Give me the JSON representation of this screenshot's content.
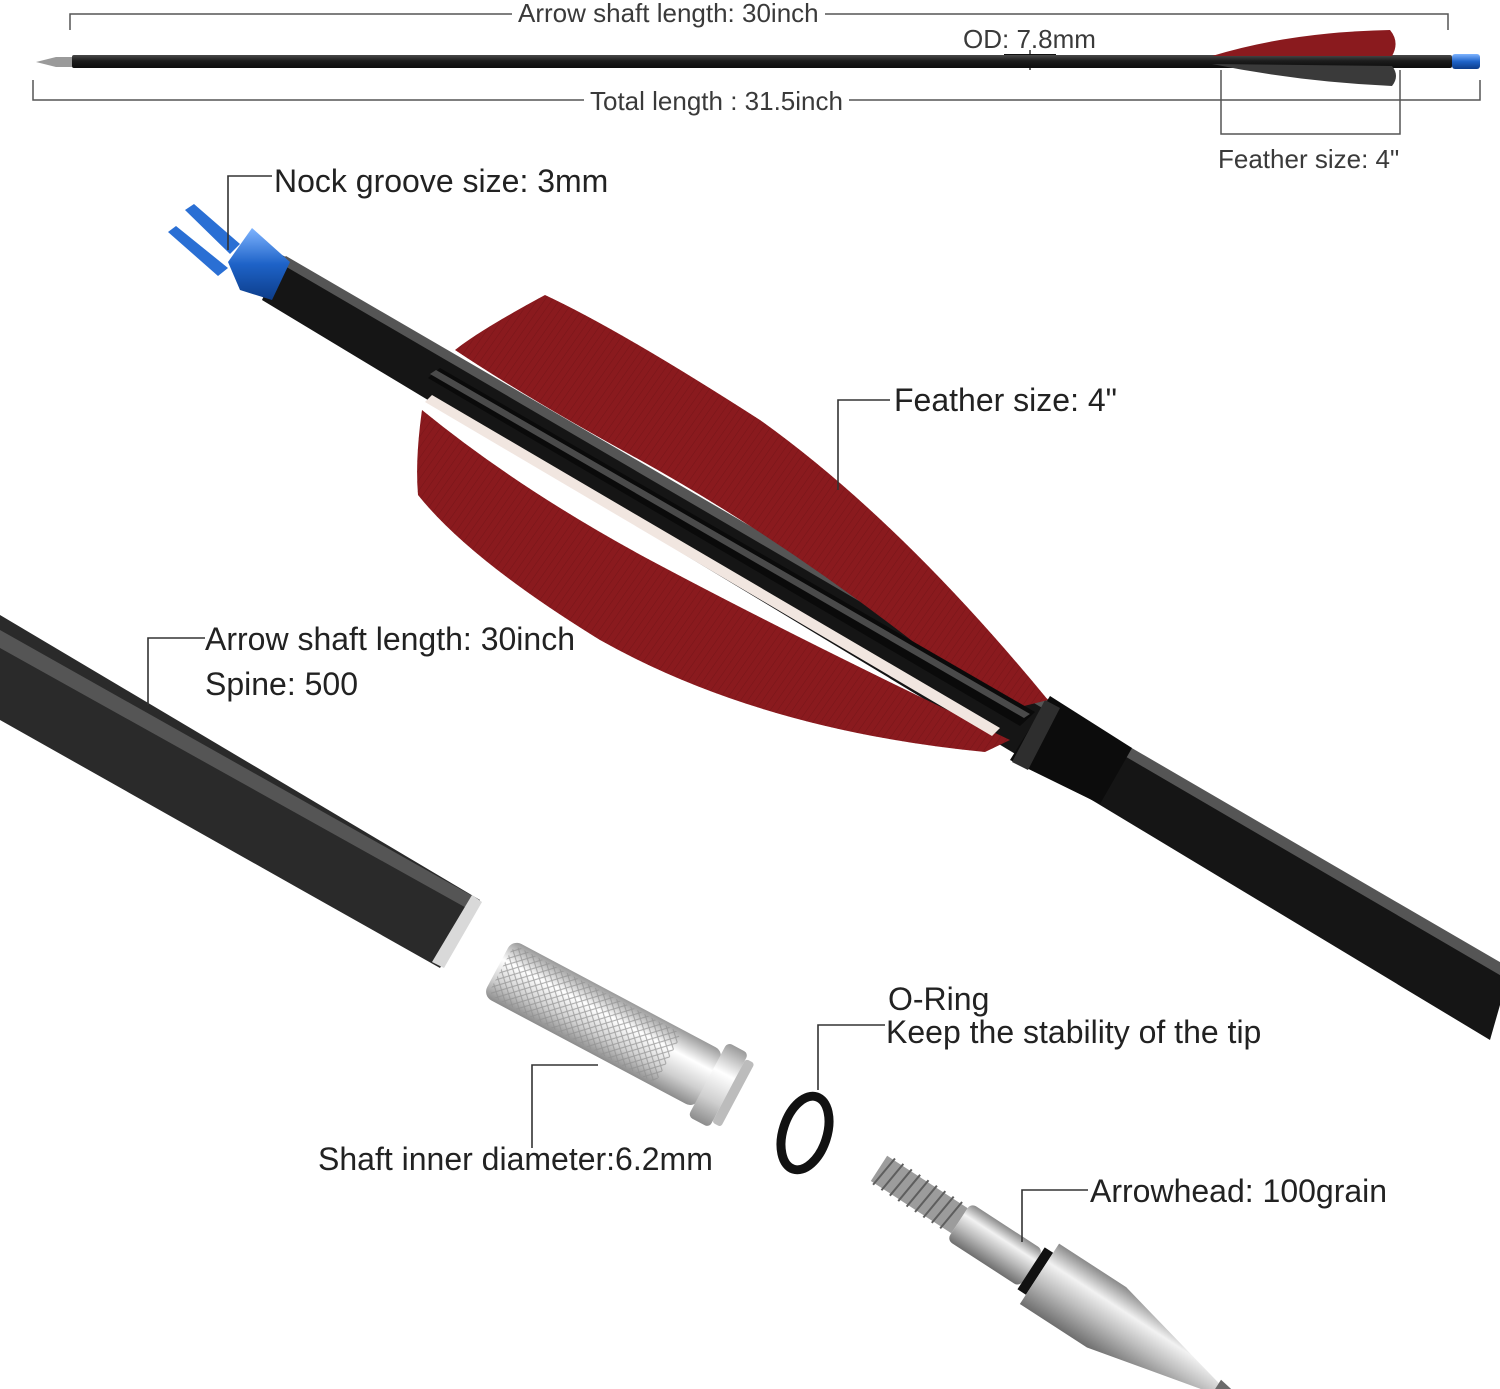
{
  "top_diagram": {
    "shaft_length_label": "Arrow shaft length: 30inch",
    "od_label": "OD: 7.8mm",
    "total_length_label": "Total length : 31.5inch",
    "feather_size_label": "Feather size: 4\""
  },
  "callouts": {
    "nock": "Nock groove size: 3mm",
    "feather": "Feather size: 4\"",
    "shaft_length": "Arrow shaft length: 30inch",
    "spine": "Spine: 500",
    "o_ring_title": "O-Ring",
    "o_ring_desc": "Keep the stability of the tip",
    "inner_diameter": "Shaft inner diameter:6.2mm",
    "arrowhead": "Arrowhead: 100grain"
  },
  "colors": {
    "feather_red": "#8a1a1e",
    "shaft_black": "#1c1c1c",
    "nock_blue": "#1e63c8",
    "steel": "#c9c9c9"
  }
}
